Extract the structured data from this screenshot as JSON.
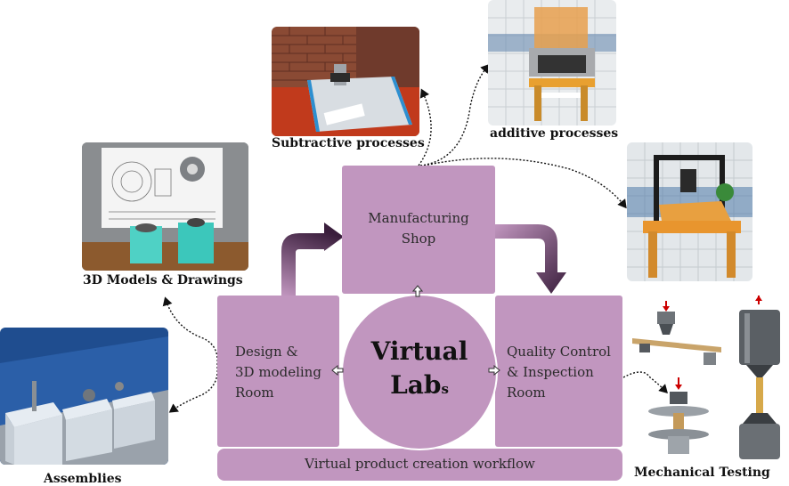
{
  "rooms": {
    "manufacturing": {
      "line1": "Manufacturing",
      "line2": "Shop"
    },
    "design": {
      "line1": "Design &",
      "line2": "3D modeling",
      "line3": "Room"
    },
    "quality": {
      "line1": "Quality Control",
      "line2": "& Inspection",
      "line3": "Room"
    },
    "workflow": {
      "label": "Virtual product creation workflow"
    }
  },
  "center": {
    "word1": "Virtual",
    "word2": "Lab",
    "suffix": "s"
  },
  "captions": {
    "subtractive": "Subtractive processes",
    "additive": "additive processes",
    "models": "3D Models & Drawings",
    "assemblies": "Assemblies",
    "mechanical": "Mechanical Testing"
  },
  "colors": {
    "room": "#c196bf",
    "arrow_dark": "#3a1e3c"
  }
}
